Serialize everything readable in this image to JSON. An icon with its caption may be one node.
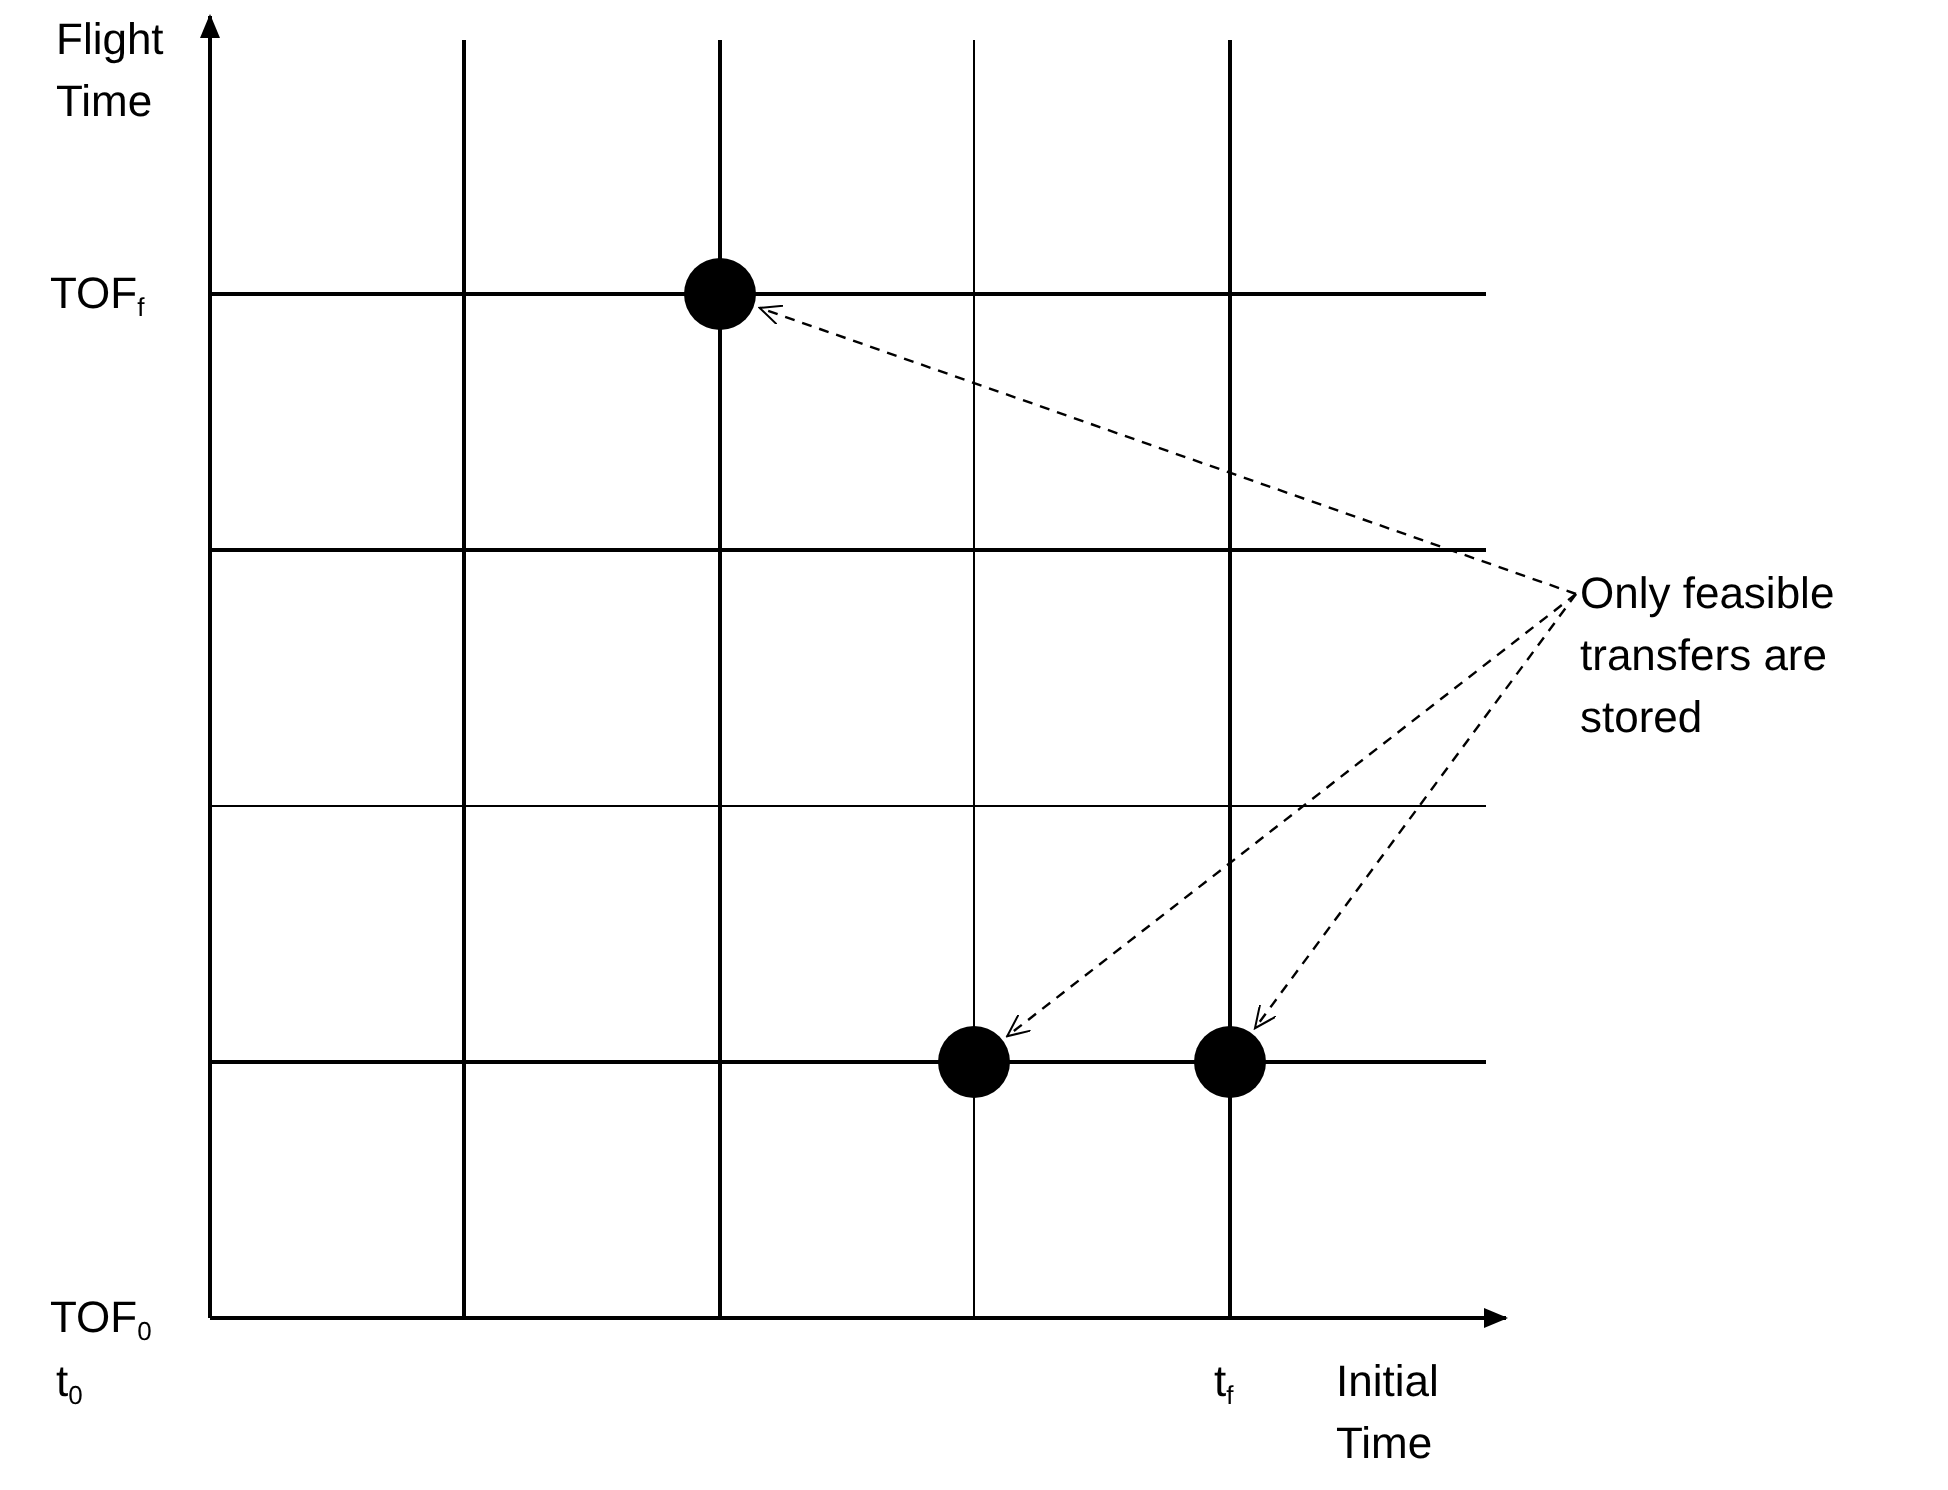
{
  "diagram": {
    "nodes": [
      {
        "text": [],
        "shape": "circle"
      },
      {
        "text": [],
        "shape": "circle"
      },
      {
        "text": [],
        "shape": "circle"
      },
      {
        "text": [
          "Only feasible transfers are stored"
        ]
      }
    ],
    "edges": [
      {
        "from": 3,
        "to": 0,
        "arrow": "to",
        "style": "dashed"
      },
      {
        "from": 3,
        "to": 1,
        "arrow": "to",
        "style": "dashed"
      },
      {
        "from": 3,
        "to": 2,
        "arrow": "to",
        "style": "dashed"
      }
    ],
    "labels": [
      "Flight Time",
      "TOF$_{f}$",
      "TOF$_{0}$",
      "t$_{0}$",
      "t$_{f}$",
      "Initial Time"
    ]
  }
}
